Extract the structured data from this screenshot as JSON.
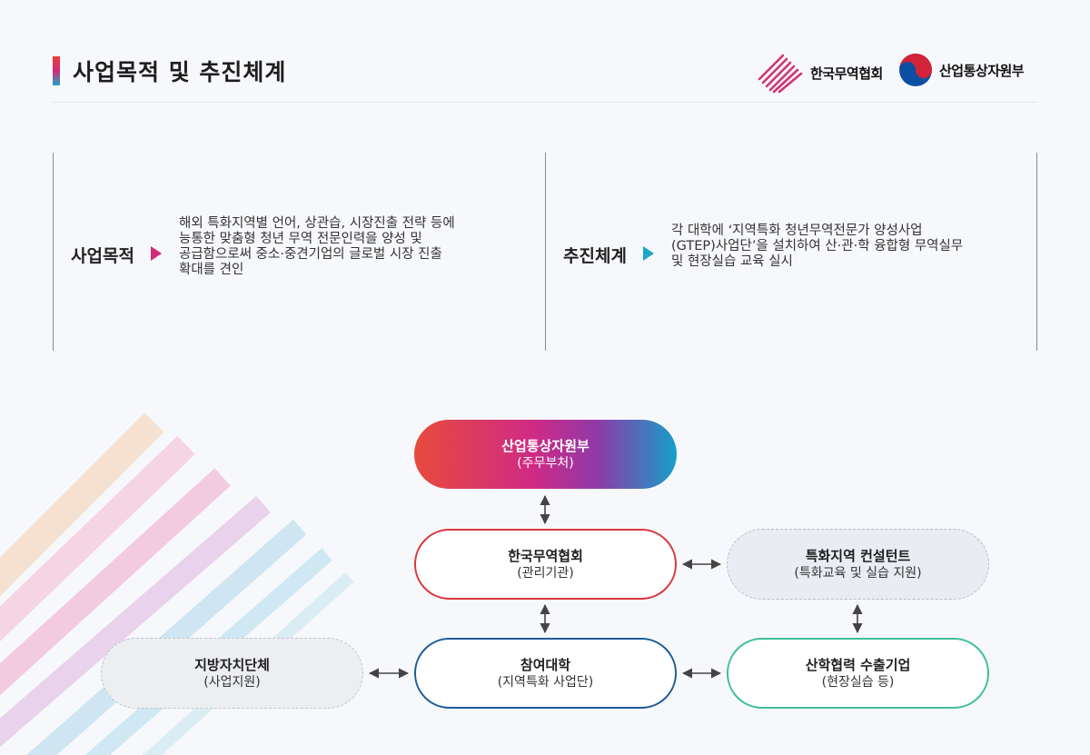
{
  "header": {
    "title": "사업목적 및 추진체계",
    "logos": {
      "kita": "한국무역협회",
      "motie": "산업통상자원부"
    }
  },
  "info": {
    "purpose": {
      "label": "사업목적",
      "lines": [
        "해외 특화지역별 언어, 상관습, 시장진출 전략 등에",
        "능통한 맞춤형 청년 무역 전문인력을 양성 및",
        "공급함으로써 중소·중견기업의 글로벌 시장 진출",
        "확대를 견인"
      ]
    },
    "system": {
      "label": "추진체계",
      "lines": [
        "각 대학에 ‘지역특화 청년무역전문가 양성사업",
        "(GTEP)사업단’을 설치하여 산·관·학 융합형 무역실무",
        "및 현장실습 교육 실시"
      ]
    }
  },
  "diagram": {
    "ministry": {
      "title": "산업통상자원부",
      "sub": "(주무부처)"
    },
    "kita": {
      "title": "한국무역협회",
      "sub": "(관리기관)"
    },
    "consultant": {
      "title": "특화지역 컨설턴트",
      "sub": "(특화교육 및 실습 지원)"
    },
    "university": {
      "title": "참여대학",
      "sub": "(지역특화 사업단)"
    },
    "local_gov": {
      "title": "지방자치단체",
      "sub": "(사업지원)"
    },
    "company": {
      "title": "산학협력 수출기업",
      "sub": "(현장실습 등)"
    }
  },
  "colors": {
    "ministry_gradient": [
      "#e74b3c",
      "#d02a84",
      "#8e3aa8",
      "#159fc9"
    ],
    "kita_border": "#d9383c",
    "university_border": "#1d5d97",
    "company_border": "#3ebf9a",
    "purpose_arrow": "#d42a7a",
    "system_arrow": "#1aa6c8"
  }
}
